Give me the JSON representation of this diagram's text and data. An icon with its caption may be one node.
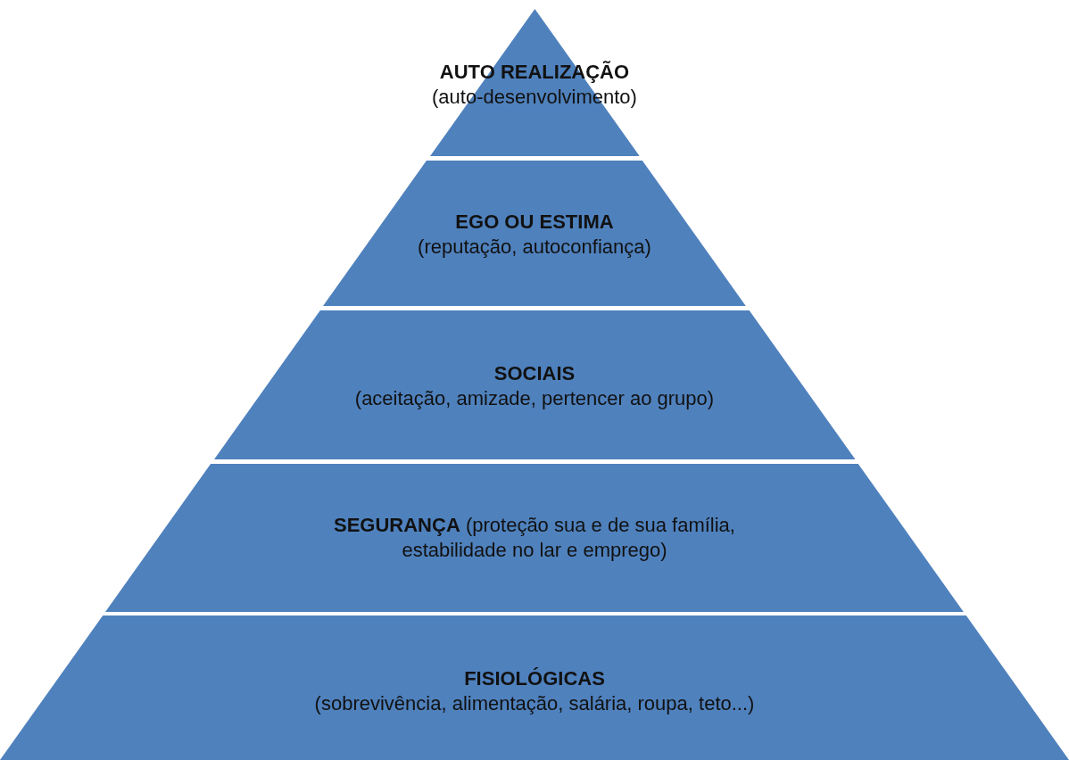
{
  "diagram": {
    "nodes": [
      {
        "text": [
          "AUTO REALIZAÇÃO",
          "(auto-desenvolvimento)"
        ]
      },
      {
        "text": [
          "EGO OU ESTIMA",
          "(reputação, autoconfiança)"
        ]
      },
      {
        "text": [
          "SOCIAIS",
          "(aceitação, amizade, pertencer ao grupo)"
        ]
      },
      {
        "text": [
          "**SEGURANÇA** (proteção sua e de sua família, estabilidade no lar e emprego)"
        ]
      },
      {
        "text": [
          "FISIOLÓGICAS",
          "(sobrevivência, alimentação, salária, roupa, teto...)"
        ]
      }
    ]
  }
}
